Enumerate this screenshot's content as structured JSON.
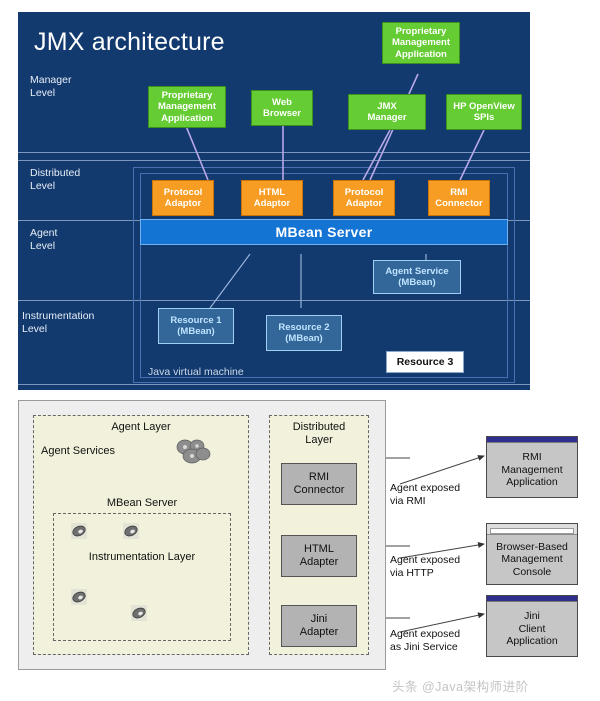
{
  "top_diagram": {
    "title": "JMX architecture",
    "levels": [
      {
        "label": "Manager\nLevel"
      },
      {
        "label": "Distributed\nLevel"
      },
      {
        "label": "Agent\nLevel"
      },
      {
        "label": "Instrumentation\nLevel"
      }
    ],
    "manager_boxes": [
      {
        "label": "Proprietary\nManagement\nApplication",
        "color": "#66cc33"
      },
      {
        "label": "Web\nBrowser",
        "color": "#66cc33"
      },
      {
        "label": "Proprietary\nManagement\nApplication",
        "color": "#66cc33"
      },
      {
        "label": "JMX\nManager",
        "color": "#66cc33"
      },
      {
        "label": "HP OpenView\nSPIs",
        "color": "#66cc33"
      }
    ],
    "adaptors": [
      {
        "label": "Protocol\nAdaptor",
        "color": "#f79d23"
      },
      {
        "label": "HTML\nAdaptor",
        "color": "#f79d23"
      },
      {
        "label": "Protocol\nAdaptor",
        "color": "#f79d23"
      },
      {
        "label": "RMI\nConnector",
        "color": "#f79d23"
      }
    ],
    "mbean_server": "MBean Server",
    "agent_service": "Agent Service\n(MBean)",
    "resources": [
      {
        "label": "Resource 1\n(MBean)"
      },
      {
        "label": "Resource 2\n(MBean)"
      }
    ],
    "resource3": "Resource 3",
    "jvm_label": "Java virtual machine",
    "colors": {
      "background": "#123a6e",
      "green": "#66cc33",
      "orange": "#f79d23",
      "mbean_blue": "#1474d4",
      "light_blue": "#336699",
      "connector": "#b9a8e8"
    }
  },
  "bottom_diagram": {
    "agent_layer_title": "Agent Layer",
    "agent_services_label": "Agent Services",
    "mbean_server_label": "MBean Server",
    "instrumentation_label": "Instrumentation Layer",
    "distributed_layer_title": "Distributed\nLayer",
    "connectors": [
      {
        "label": "RMI\nConnector"
      },
      {
        "label": "HTML\nAdapter"
      },
      {
        "label": "Jini\nAdapter"
      }
    ],
    "exposed_labels": [
      "Agent exposed\nvia RMI",
      "Agent exposed\nvia HTTP",
      "Agent exposed\nas Jini Service"
    ],
    "clients": [
      {
        "label": "RMI\nManagement\nApplication",
        "style": "app"
      },
      {
        "label": "Browser-Based\nManagement\nConsole",
        "style": "browser"
      },
      {
        "label": "Jini\nClient\nApplication",
        "style": "app"
      }
    ],
    "colors": {
      "container": "#eeeeee",
      "layer_fill": "#f2f2dc",
      "box_fill": "#b3b3b3",
      "window_fill": "#c6c6c6",
      "titlebar": "#2e2e8f"
    }
  },
  "watermark": {
    "text": "头条 @Java架构师进阶"
  }
}
